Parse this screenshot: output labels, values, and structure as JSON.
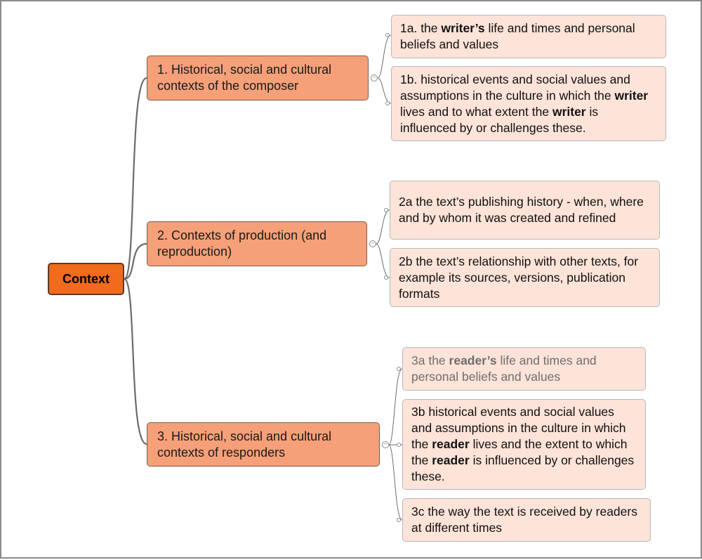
{
  "root": {
    "label": "Context"
  },
  "branches": [
    {
      "label": "1. Historical, social and cultural contexts of the composer",
      "children": [
        {
          "segments": [
            {
              "t": "1a. the "
            },
            {
              "t": "writer’s",
              "b": true
            },
            {
              "t": " life and times and personal beliefs and values"
            }
          ]
        },
        {
          "segments": [
            {
              "t": "1b. historical events and social values and assumptions in the culture in which the "
            },
            {
              "t": "writer",
              "b": true
            },
            {
              "t": " lives and to what extent the "
            },
            {
              "t": "writer",
              "b": true
            },
            {
              "t": " is influenced by or challenges these."
            }
          ]
        }
      ]
    },
    {
      "label": "2. Contexts of production (and reproduction)",
      "children": [
        {
          "segments": [
            {
              "t": "2a the text’s publishing history - when, where and by whom it was created and refined"
            }
          ]
        },
        {
          "segments": [
            {
              "t": "2b the text’s relationship with other texts, for example its sources, versions, publication formats"
            }
          ]
        }
      ]
    },
    {
      "label": "3. Historical, social and cultural contexts of responders",
      "children": [
        {
          "segments": [
            {
              "t": "3a the "
            },
            {
              "t": "reader’s",
              "b": true
            },
            {
              "t": " life and times and personal beliefs and values"
            }
          ],
          "dim": true
        },
        {
          "segments": [
            {
              "t": "3b historical events and social values and assumptions in the culture in which the "
            },
            {
              "t": "reader",
              "b": true
            },
            {
              "t": " lives and the extent to which the "
            },
            {
              "t": "reader",
              "b": true
            },
            {
              "t": " is influenced by or challenges these."
            }
          ]
        },
        {
          "segments": [
            {
              "t": "3c the way the text is received by readers at different times"
            }
          ]
        }
      ]
    }
  ],
  "colors": {
    "root_fill": "#f26a1b",
    "branch_fill": "#f5a079",
    "leaf_fill": "#fde3d8",
    "connector": "#6b6b6b"
  },
  "icons": {
    "collapse": "collapse-toggle-icon",
    "connector_end": "connector-dot-icon"
  }
}
